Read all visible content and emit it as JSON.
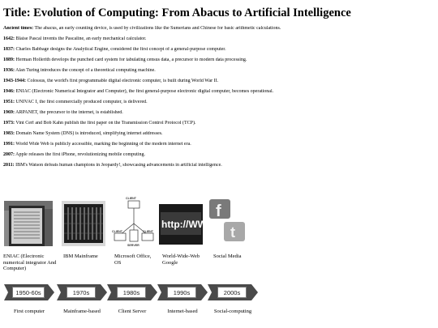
{
  "title": "Title: Evolution of Computing: From Abacus to Artificial Intelligence",
  "events": [
    {
      "label": "Ancient times:",
      "text": " The abacus, an early counting device, is used by civilizations like the Sumerians and Chinese for basic arithmetic calculations."
    },
    {
      "label": "1642:",
      "text": " Blaise Pascal invents the Pascaline, an early mechanical calculator."
    },
    {
      "label": "1837:",
      "text": " Charles Babbage designs the Analytical Engine, considered the first concept of a general-purpose computer."
    },
    {
      "label": "1889:",
      "text": " Herman Hollerith develops the punched card system for tabulating census data, a precursor to modern data processing."
    },
    {
      "label": "1936:",
      "text": " Alan Turing introduces the concept of a theoretical computing machine."
    },
    {
      "label": "1943-1944:",
      "text": " Colossus, the world's first programmable digital electronic computer, is built during World War II."
    },
    {
      "label": "1946:",
      "text": " ENIAC (Electronic Numerical Integrator and Computer), the first general-purpose electronic digital computer, becomes operational."
    },
    {
      "label": "1951:",
      "text": " UNIVAC I, the first commercially produced computer, is delivered."
    },
    {
      "label": "1969:",
      "text": " ARPANET, the precursor to the internet, is established."
    },
    {
      "label": "1973:",
      "text": " Vint Cerf and Bob Kahn publish the first paper on the Transmission Control Protocol (TCP)."
    },
    {
      "label": "1983:",
      "text": " Domain Name System (DNS) is introduced, simplifying internet addresses."
    },
    {
      "label": "1991:",
      "text": " World Wide Web is publicly accessible, marking the beginning of the modern internet era."
    },
    {
      "label": "2007:",
      "text": " Apple releases the first iPhone, revolutionizing mobile computing."
    },
    {
      "label": "2011:",
      "text": " IBM's Watson defeats human champions in Jeopardy!, showcasing advancements in artificial intelligence."
    }
  ],
  "images": {
    "eniac": {
      "caption": "ENIAC (Electronic numerical integrator And Computer)"
    },
    "ibm": {
      "caption": "IBM Mainframe"
    },
    "office": {
      "caption": "Microsoft Office, OS",
      "labels": {
        "client_top": "CLIENT",
        "client_left": "CLIENT",
        "server": "SERVER",
        "client_right": "CLIENT"
      }
    },
    "web": {
      "caption": "World-Wide-Web Google",
      "screen_text": "http://WWW."
    },
    "social": {
      "caption": "Social Media",
      "facebook": "f",
      "twitter": "t"
    }
  },
  "timeline": [
    {
      "era": "1950-60s",
      "caption": "First computer"
    },
    {
      "era": "1970s",
      "caption": "Mainframe-based"
    },
    {
      "era": "1980s",
      "caption": "Client Server"
    },
    {
      "era": "1990s",
      "caption": "Internet-based"
    },
    {
      "era": "2000s",
      "caption": "Social-computing"
    }
  ]
}
